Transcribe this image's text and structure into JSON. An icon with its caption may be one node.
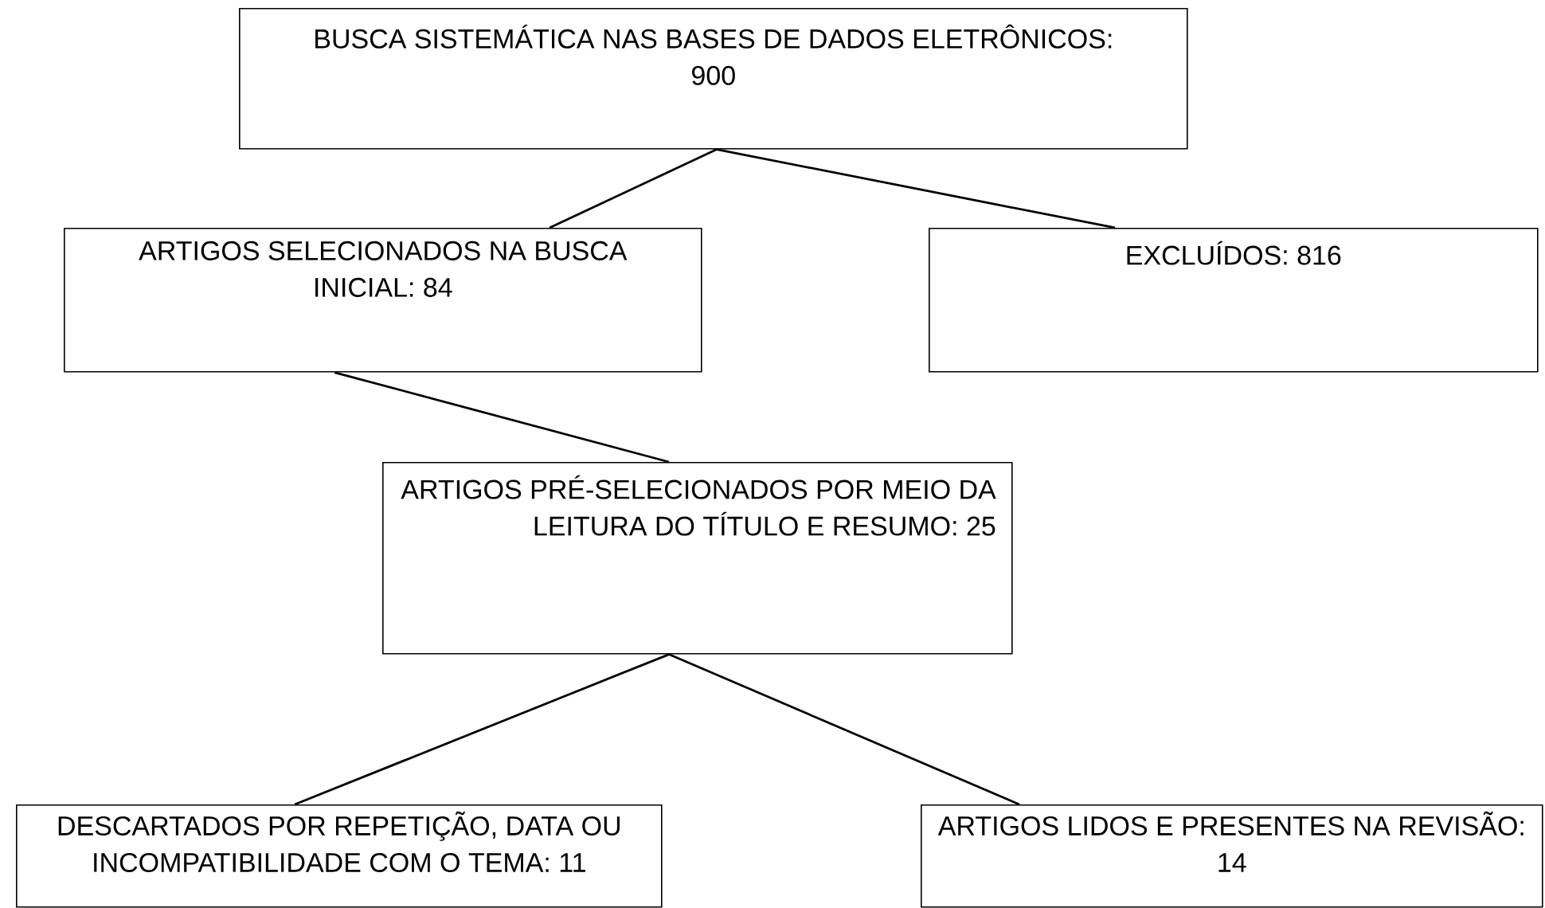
{
  "diagram": {
    "nodes": [
      {
        "text": [
          "BUSCA SISTEMÁTICA NAS BASES DE DADOS ELETRÔNICOS: 900"
        ]
      },
      {
        "text": [
          "ARTIGOS SELECIONADOS NA BUSCA INICIAL: 84"
        ]
      },
      {
        "text": [
          "EXCLUÍDOS: 816"
        ]
      },
      {
        "text": [
          "ARTIGOS PRÉ-SELECIONADOS POR MEIO DA LEITURA DO TÍTULO E RESUMO: 25"
        ]
      },
      {
        "text": [
          "DESCARTADOS POR REPETIÇÃO, DATA OU INCOMPATIBILIDADE COM O TEMA: 11"
        ]
      },
      {
        "text": [
          "ARTIGOS LIDOS E PRESENTES NA REVISÃO: 14"
        ]
      }
    ],
    "edges": [
      {
        "from": 0,
        "to": 1,
        "arrow": "none"
      },
      {
        "from": 0,
        "to": 2,
        "arrow": "none"
      },
      {
        "from": 1,
        "to": 3,
        "arrow": "none"
      },
      {
        "from": 3,
        "to": 4,
        "arrow": "none"
      },
      {
        "from": 3,
        "to": 5,
        "arrow": "none"
      }
    ]
  }
}
